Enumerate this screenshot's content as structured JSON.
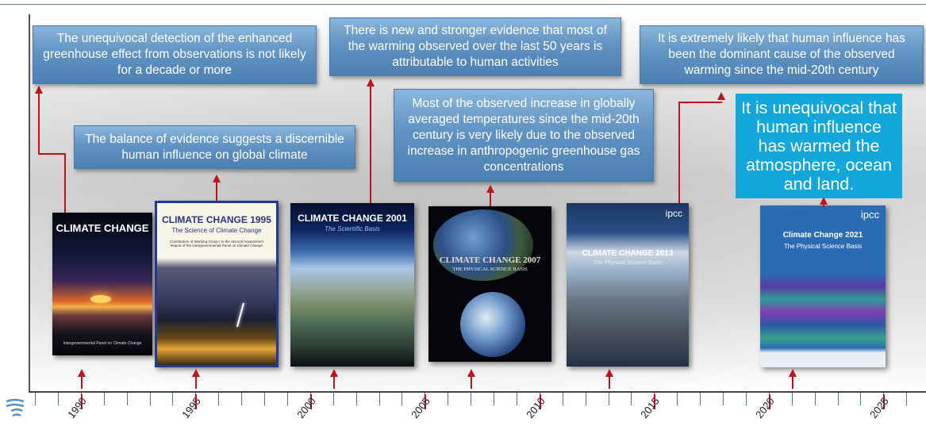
{
  "callouts": {
    "far": "The unequivocal detection of the enhanced greenhouse effect from observations is not likely for a decade or more",
    "sar": "The balance of evidence suggests a discernible human influence on global climate",
    "tar": "There is new and stronger evidence that most of the warming observed over the last 50 years is attributable to human activities",
    "ar4": "Most of the observed increase in globally averaged temperatures since the mid-20th century is very likely due to the observed increase in anthropogenic greenhouse gas concentrations",
    "ar5": "It is extremely likely that human influence has been the dominant cause of the observed warming since the mid-20th century",
    "ar6": "It is unequivocal that human influence has warmed the atmosphere, ocean and land."
  },
  "covers": {
    "far": {
      "title": "CLIMATE CHANGE",
      "footer": "Intergovernmental Panel on Climate Change"
    },
    "sar": {
      "title": "CLIMATE CHANGE 1995",
      "subtitle": "The Science of Climate Change",
      "text": "Contribution of Working Group I to the Second Assessment Report of the Intergovernmental Panel on Climate Change"
    },
    "tar": {
      "title": "CLIMATE CHANGE 2001",
      "subtitle": "The Scientific Basis"
    },
    "ar4": {
      "title": "CLIMATE CHANGE 2007",
      "subtitle": "THE PHYSICAL SCIENCE BASIS"
    },
    "ar5": {
      "brand": "ipcc",
      "title": "CLIMATE CHANGE 2013",
      "subtitle": "The Physical Science Basis"
    },
    "ar6": {
      "brand": "ipcc",
      "title": "Climate Change 2021",
      "subtitle": "The Physical Science Basis"
    }
  },
  "timeline": {
    "years": [
      "1990",
      "1995",
      "2000",
      "2005",
      "2010",
      "2015",
      "2020",
      "2025"
    ],
    "start_year": 1988,
    "report_years": [
      1990,
      1995,
      2001,
      2007,
      2013,
      2021
    ],
    "colors": {
      "arrow": "#c0121b",
      "callout": "#5f94c3",
      "ar6_box": "#12a7db"
    }
  }
}
